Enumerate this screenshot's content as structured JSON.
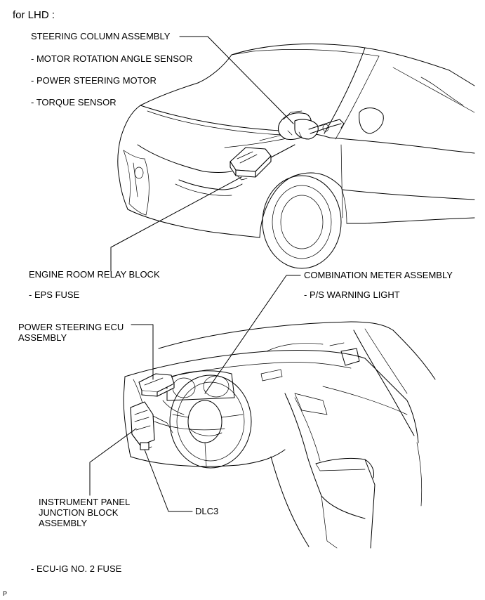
{
  "header": {
    "title": "for LHD :"
  },
  "labels": {
    "steering_column": "STEERING COLUMN ASSEMBLY",
    "motor_rotation": "- MOTOR ROTATION ANGLE SENSOR",
    "power_steering_motor": "- POWER STEERING MOTOR",
    "torque_sensor": "- TORQUE SENSOR",
    "engine_room_relay": "ENGINE ROOM RELAY BLOCK",
    "eps_fuse": "- EPS FUSE",
    "combination_meter": "COMBINATION METER ASSEMBLY",
    "ps_warning": "- P/S WARNING LIGHT",
    "ps_ecu_line1": "POWER STEERING ECU",
    "ps_ecu_line2": "ASSEMBLY",
    "ip_jb_line1": "INSTRUMENT PANEL",
    "ip_jb_line2": "JUNCTION BLOCK",
    "ip_jb_line3": "ASSEMBLY",
    "dlc3": "DLC3",
    "ecu_ig_fuse": "- ECU-IG NO. 2 FUSE"
  },
  "footer": {
    "mark": "P"
  }
}
